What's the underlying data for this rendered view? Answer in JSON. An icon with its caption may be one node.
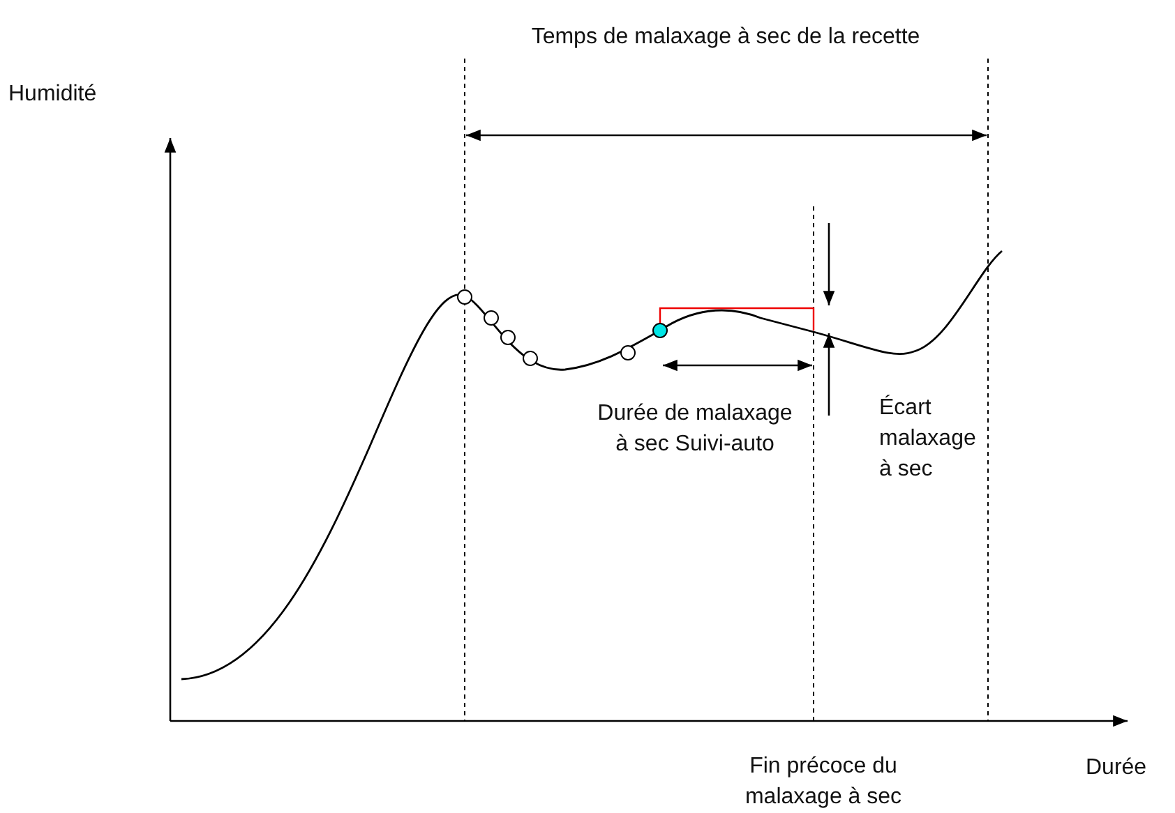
{
  "diagram": {
    "labels": [
      "Temps de malaxage à sec de la recette",
      "Humidité",
      "Durée de malaxage à sec Suivi-auto",
      "Écart malaxage à sec",
      "Fin précoce du malaxage à sec",
      "Durée"
    ]
  }
}
